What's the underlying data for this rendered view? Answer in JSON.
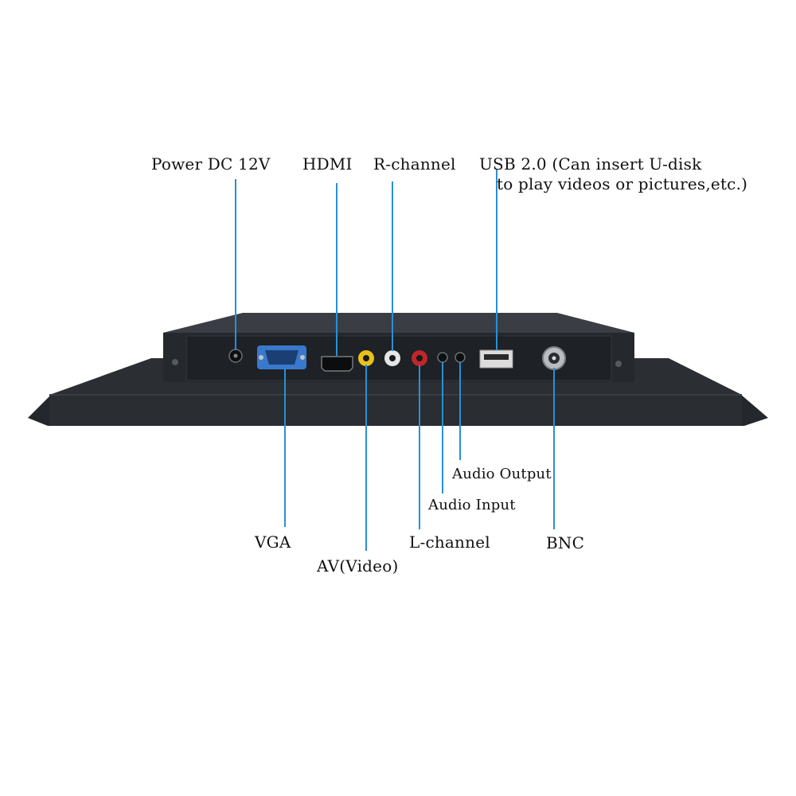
{
  "labels": {
    "power": "Power DC 12V",
    "hdmi": "HDMI",
    "r_channel": "R-channel",
    "usb_line1": "USB 2.0 (Can insert U-disk",
    "usb_line2": "to play videos or pictures,etc.)",
    "vga": "VGA",
    "av_video": "AV(Video)",
    "l_channel": "L-channel",
    "audio_input": "Audio Input",
    "audio_output": "Audio Output",
    "bnc": "BNC"
  },
  "colors": {
    "leader_line": "#2a8fd8",
    "chassis": "#2a2d31",
    "panel": "#1f2226",
    "av_yellow": "#e8c21a",
    "rca_red": "#c0262a",
    "rca_white": "#e6e6e6",
    "vga_blue": "#2f6fc7"
  }
}
